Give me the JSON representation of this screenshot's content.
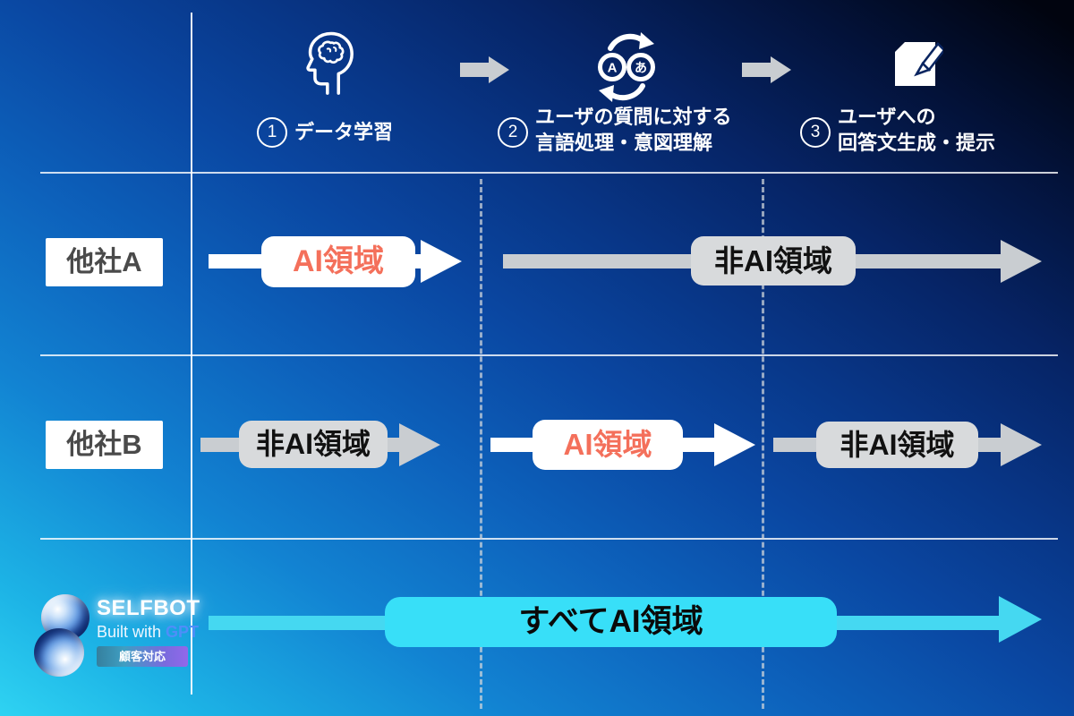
{
  "header": {
    "steps": [
      {
        "number": "1",
        "icon": "head-brain-icon",
        "line1": "データ学習",
        "line2": ""
      },
      {
        "number": "2",
        "icon": "translate-icon",
        "line1": "ユーザの質問に対する",
        "line2": "言語処理・意図理解"
      },
      {
        "number": "3",
        "icon": "document-pencil-icon",
        "line1": "ユーザへの",
        "line2": "回答文生成・提示"
      }
    ],
    "translate_icon_letters": {
      "latin": "A",
      "kana": "あ"
    }
  },
  "rows": [
    {
      "label": "他社A",
      "segments": [
        {
          "text": "AI領域",
          "style": "ai"
        },
        {
          "text": "非AI領域",
          "style": "non-ai"
        }
      ]
    },
    {
      "label": "他社B",
      "segments": [
        {
          "text": "非AI領域",
          "style": "non-ai"
        },
        {
          "text": "AI領域",
          "style": "ai"
        },
        {
          "text": "非AI領域",
          "style": "non-ai"
        }
      ]
    },
    {
      "label": "SELFBOT",
      "segments": [
        {
          "text": "すべてAI領域",
          "style": "all-ai"
        }
      ]
    }
  ],
  "logo": {
    "name": "SELFBOT",
    "tagline": "Built with",
    "tagline_brand": "GPT",
    "badge": "顧客対応"
  },
  "colors": {
    "ai_text": "#f4705b",
    "non_ai_box": "#d8dadc",
    "arrow_gray": "#c9cdd1",
    "arrow_white": "#ffffff",
    "selfbot_cyan": "#3fdef7",
    "gpt_blue": "#4f8ef9",
    "badge_gradient_start": "#3f9ec2",
    "badge_gradient_end": "#9268ea",
    "background_bottom_left": "#2fd3f2",
    "background_top_right": "#01040f"
  }
}
